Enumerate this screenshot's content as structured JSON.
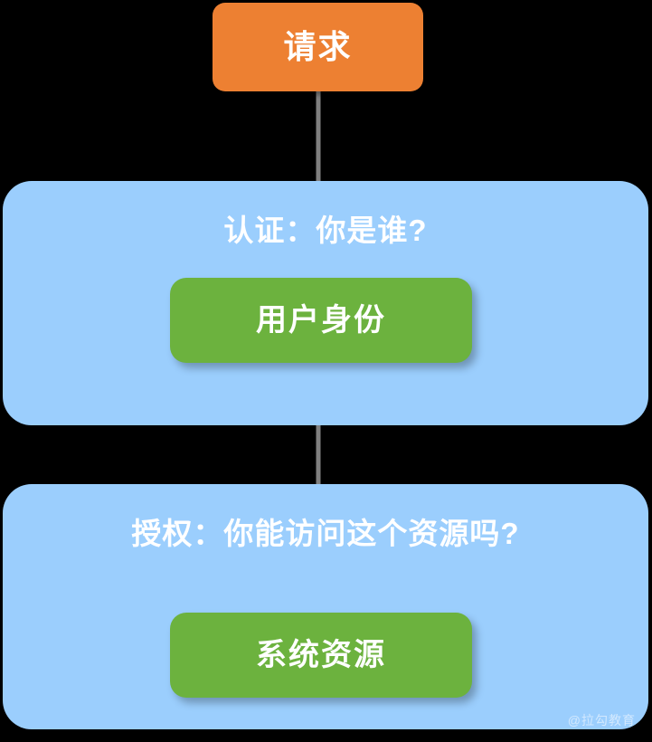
{
  "diagram": {
    "title_node": {
      "label": "请求",
      "color": "#ED8032"
    },
    "groups": [
      {
        "id": "auth",
        "title": "认证：你是谁?",
        "color": "#9BCEFD",
        "node": {
          "label": "用户身份",
          "color": "#6CB23E"
        }
      },
      {
        "id": "permit",
        "title": "授权：你能访问这个资源吗?",
        "color": "#9BCEFD",
        "node": {
          "label": "系统资源",
          "color": "#6CB23E"
        }
      }
    ],
    "flow": {
      "arrow_color": "#808080",
      "background": "#000000"
    },
    "watermark": "@拉勾教育"
  }
}
